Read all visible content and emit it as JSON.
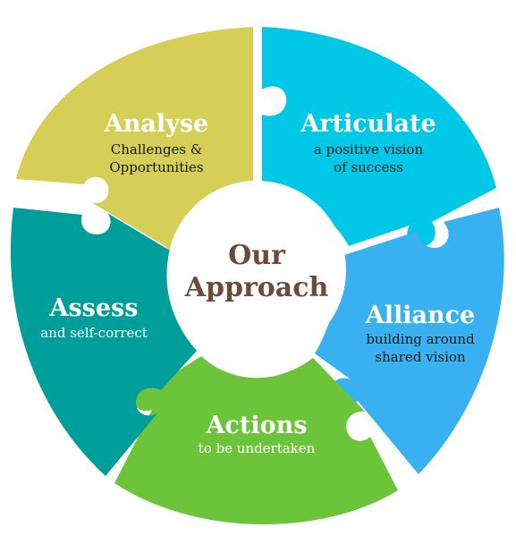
{
  "center": {
    "line1": "Our",
    "line2": "Approach"
  },
  "colors": {
    "analyse": "#d6cf57",
    "articulate": "#00c8e6",
    "alliance": "#39b0f0",
    "actions": "#6cc43a",
    "assess": "#009e9a",
    "center_text": "#6d4a3a"
  },
  "segments": {
    "analyse": {
      "title": "Analyse",
      "sub1": "Challenges &",
      "sub2": "Opportunities"
    },
    "articulate": {
      "title": "Articulate",
      "sub1": "a positive vision",
      "sub2": "of success"
    },
    "alliance": {
      "title": "Alliance",
      "sub1": "building around",
      "sub2": "shared vision"
    },
    "actions": {
      "title": "Actions",
      "sub1": "to be undertaken"
    },
    "assess": {
      "title": "Assess",
      "sub1": "and self-correct"
    }
  }
}
